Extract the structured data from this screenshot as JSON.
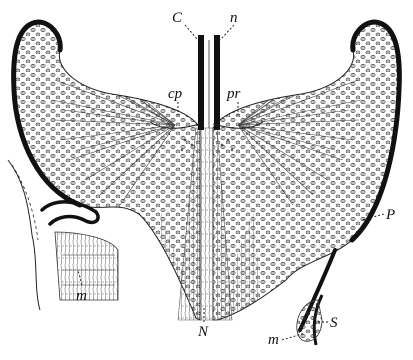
{
  "figure": {
    "labels": {
      "C": "C",
      "n_top": "n",
      "cp": "cp",
      "pr": "pr",
      "P": "P",
      "m_left": "m",
      "N": "N",
      "m_right": "m",
      "S": "S"
    }
  }
}
